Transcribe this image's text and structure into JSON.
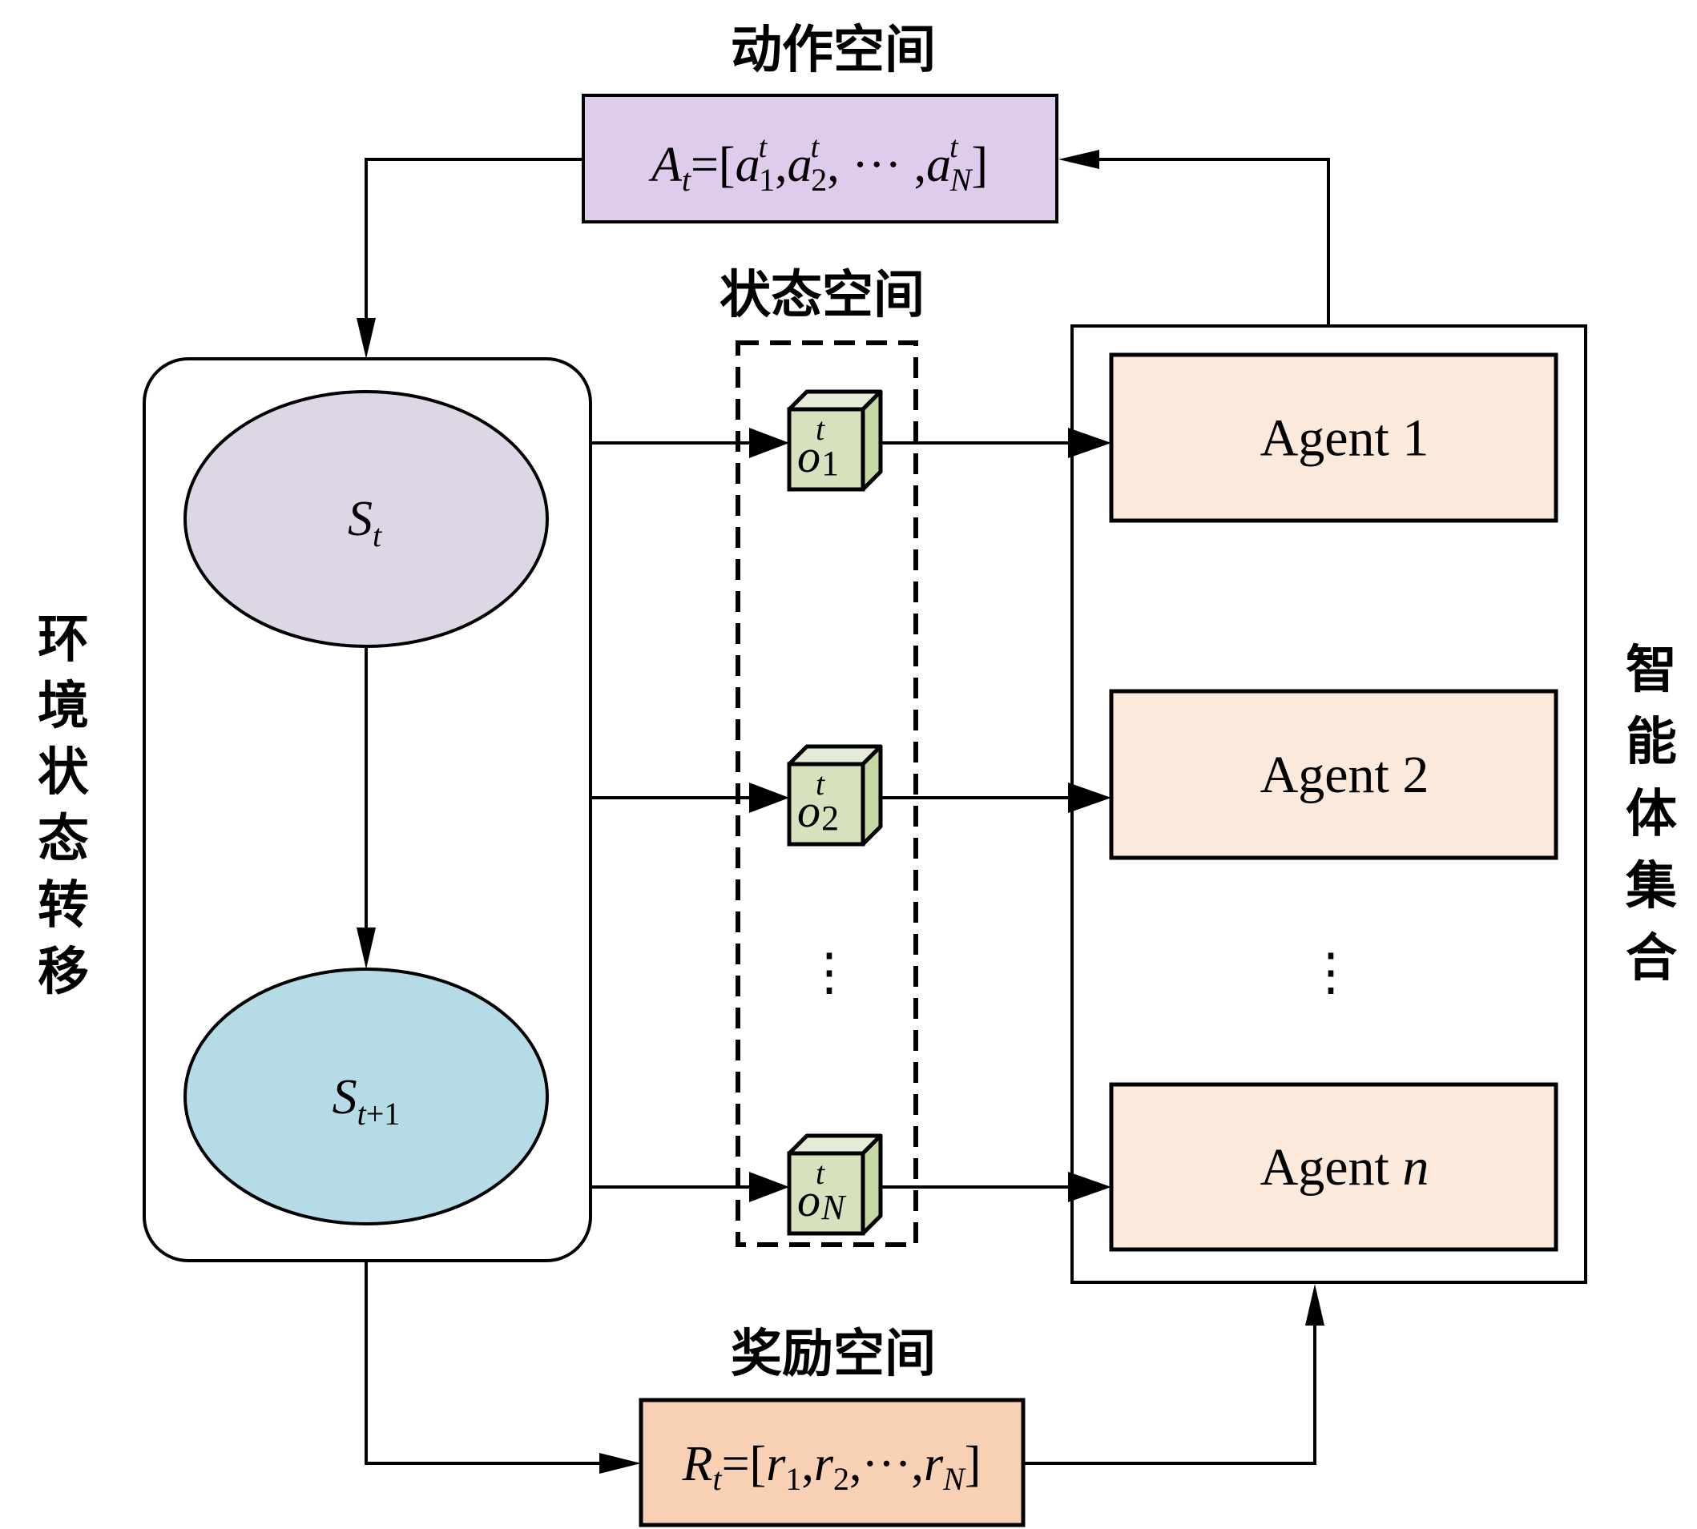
{
  "diagram": {
    "action_space": {
      "title": "动作空间",
      "formula": {
        "lhs": "A",
        "lhs_sub": "t",
        "eq": "=[",
        "items": [
          {
            "base": "a",
            "sup": "t",
            "sub": "1",
            "sep": ","
          },
          {
            "base": "a",
            "sup": "t",
            "sub": "2",
            "sep": ", ··· ,"
          },
          {
            "base": "a",
            "sup": "t",
            "sub": "N",
            "sep": "]"
          }
        ]
      },
      "color": "#dfcbec"
    },
    "state_space": {
      "title": "状态空间",
      "observations": [
        {
          "base": "o",
          "sup": "t",
          "sub": "1"
        },
        {
          "base": "o",
          "sup": "t",
          "sub": "2"
        },
        {
          "base": "o",
          "sup": "t",
          "sub": "N"
        }
      ],
      "ellipsis": "⋮",
      "cube_color": "#d6e2bd"
    },
    "environment": {
      "label": "环境状态转移",
      "label_chars": [
        "环",
        "境",
        "状",
        "态",
        "转",
        "移"
      ],
      "states": [
        {
          "base": "S",
          "sub": "t",
          "color": "#ddd6e4"
        },
        {
          "base": "S",
          "sub": "t+1",
          "color": "#b5dbe6"
        }
      ]
    },
    "agents": {
      "label": "智能体集合",
      "label_chars": [
        "智",
        "能",
        "体",
        "集",
        "合"
      ],
      "items": [
        {
          "prefix": "Agent ",
          "index": "1",
          "index_italic": false
        },
        {
          "prefix": "Agent ",
          "index": "2",
          "index_italic": false
        },
        {
          "prefix": "Agent ",
          "index": "n",
          "index_italic": true
        }
      ],
      "ellipsis": "⋮",
      "color": "#fbe9dc"
    },
    "reward_space": {
      "title": "奖励空间",
      "formula": {
        "lhs": "R",
        "lhs_sub": "t",
        "eq": "=[",
        "items": [
          {
            "base": "r",
            "sub": "1",
            "sep": ","
          },
          {
            "base": "r",
            "sub": "2",
            "sep": ",···,"
          },
          {
            "base": "r",
            "sub": "N",
            "sep": "]"
          }
        ]
      },
      "color": "#f8d0b3"
    }
  }
}
